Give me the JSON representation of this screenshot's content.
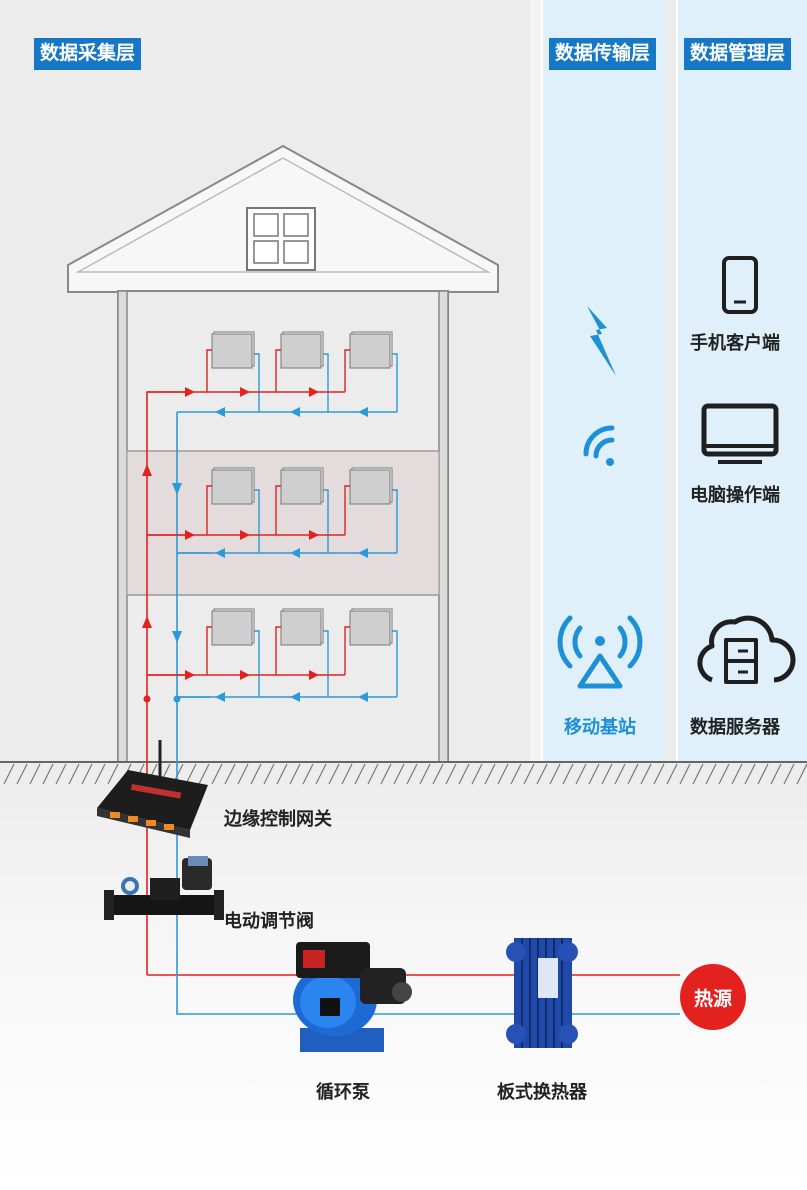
{
  "layers": {
    "collection": "数据采集层",
    "transmission": "数据传输层",
    "management": "数据管理层"
  },
  "transmission_items": {
    "base_station": "移动基站"
  },
  "management_items": {
    "phone": "手机客户端",
    "pc": "电脑操作端",
    "server": "数据服务器"
  },
  "equipment": {
    "gateway": "边缘控制网关",
    "valve": "电动调节阀",
    "pump": "循环泵",
    "exchanger": "板式换热器",
    "heat_source": "热源"
  },
  "colors": {
    "supply": "#e3221f",
    "return": "#2b9ad9",
    "accent": "#1577c6"
  },
  "icons": [
    "lightning-icon",
    "wifi-icon",
    "signal-tower-icon",
    "phone-icon",
    "monitor-icon",
    "cloud-server-icon"
  ]
}
